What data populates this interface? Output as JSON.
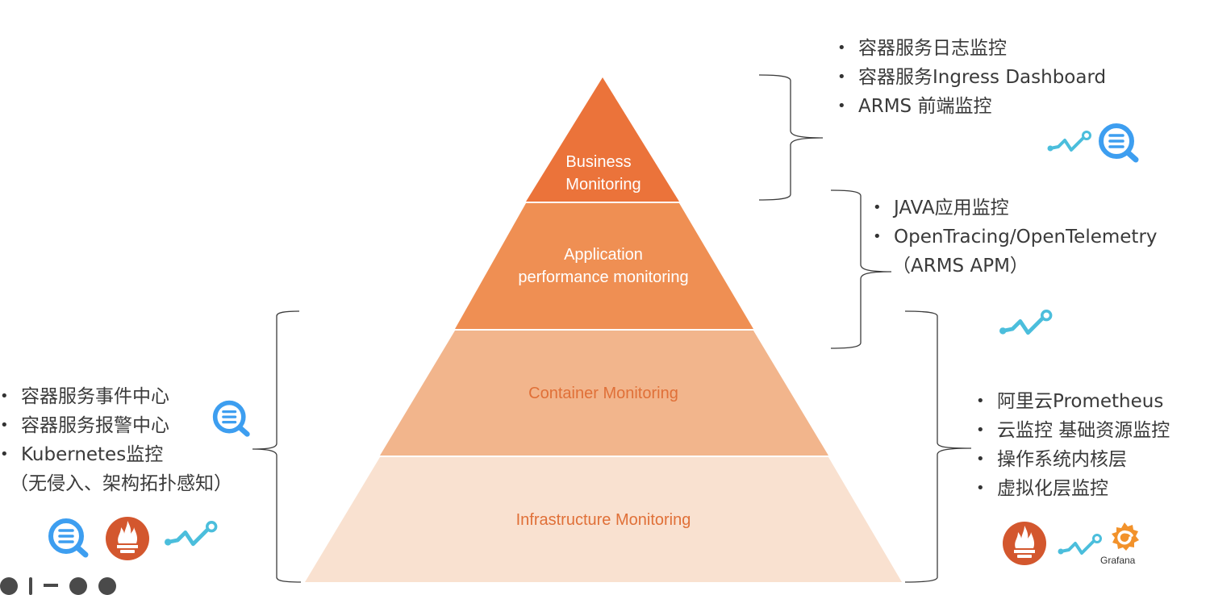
{
  "colors": {
    "business": "#eb733a",
    "application": "#ef8f53",
    "container": "#f2b58c",
    "infrastructure": "#f9e1d0",
    "label_light": "#ffffff",
    "label_dark": "#e07038",
    "brace": "#3c3c3c",
    "text": "#3a3a3a",
    "sls_blue": "#3d9ef0",
    "arms_cyan": "#4bbedc",
    "prometheus": "#d3572e",
    "grafana": "#f2922b"
  },
  "pyramid": {
    "layers": [
      {
        "id": "business",
        "lines": [
          "Business",
          "Monitoring"
        ]
      },
      {
        "id": "application",
        "lines": [
          "Application",
          "performance monitoring"
        ]
      },
      {
        "id": "container",
        "lines": [
          "Container Monitoring"
        ]
      },
      {
        "id": "infrastructure",
        "lines": [
          "Infrastructure Monitoring"
        ]
      }
    ]
  },
  "business_list": {
    "items": [
      "容器服务日志监控",
      "容器服务Ingress Dashboard",
      "ARMS 前端监控"
    ],
    "icons": [
      "arms-trace-icon",
      "sls-log-icon"
    ]
  },
  "application_list": {
    "items": [
      "JAVA应用监控",
      "OpenTracing/OpenTelemetry"
    ],
    "continuation": "（ARMS APM）",
    "icons": [
      "arms-trace-icon"
    ]
  },
  "container_list": {
    "items": [
      "容器服务事件中心",
      "容器服务报警中心",
      "Kubernetes监控"
    ],
    "continuation": "（无侵入、架构拓扑感知）",
    "icons": [
      "sls-log-icon",
      "prometheus-icon",
      "arms-trace-icon"
    ]
  },
  "infrastructure_list": {
    "items": [
      "阿里云Prometheus",
      "云监控 基础资源监控",
      "操作系统内核层",
      "虚拟化层监控"
    ],
    "icons": [
      "prometheus-icon",
      "arms-trace-icon",
      "grafana-icon"
    ],
    "grafana_label": "Grafana"
  },
  "bullet": "•"
}
